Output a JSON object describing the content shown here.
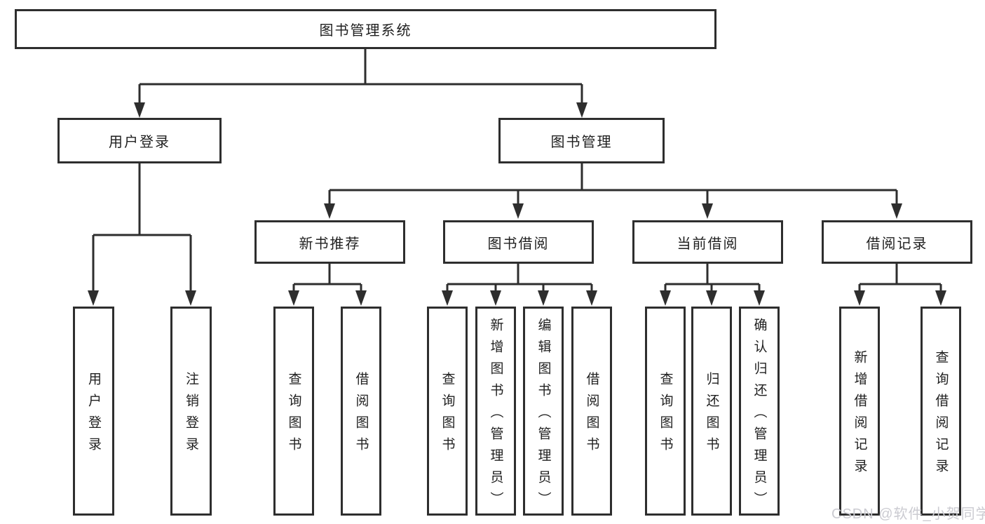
{
  "tree": {
    "label": "图书管理系统",
    "children": [
      {
        "label": "用户登录",
        "children": [
          {
            "label": "用户登录"
          },
          {
            "label": "注销登录"
          }
        ]
      },
      {
        "label": "图书管理",
        "children": [
          {
            "label": "新书推荐",
            "children": [
              {
                "label": "查询图书"
              },
              {
                "label": "借阅图书"
              }
            ]
          },
          {
            "label": "图书借阅",
            "children": [
              {
                "label": "查询图书"
              },
              {
                "label": "新增图书（管理员）"
              },
              {
                "label": "编辑图书（管理员）"
              },
              {
                "label": "借阅图书"
              }
            ]
          },
          {
            "label": "当前借阅",
            "children": [
              {
                "label": "查询图书"
              },
              {
                "label": "归还图书"
              },
              {
                "label": "确认归还（管理员）"
              }
            ]
          },
          {
            "label": "借阅记录",
            "children": [
              {
                "label": "新增借阅记录"
              },
              {
                "label": "查询借阅记录"
              }
            ]
          }
        ]
      }
    ]
  },
  "watermark": {
    "text": "CSDN @软件_小贺同学"
  },
  "colors": {
    "line": "#2e2e2e",
    "text": "#1f1f1f",
    "background": "#ffffff",
    "watermark": "#cbcbd1"
  }
}
